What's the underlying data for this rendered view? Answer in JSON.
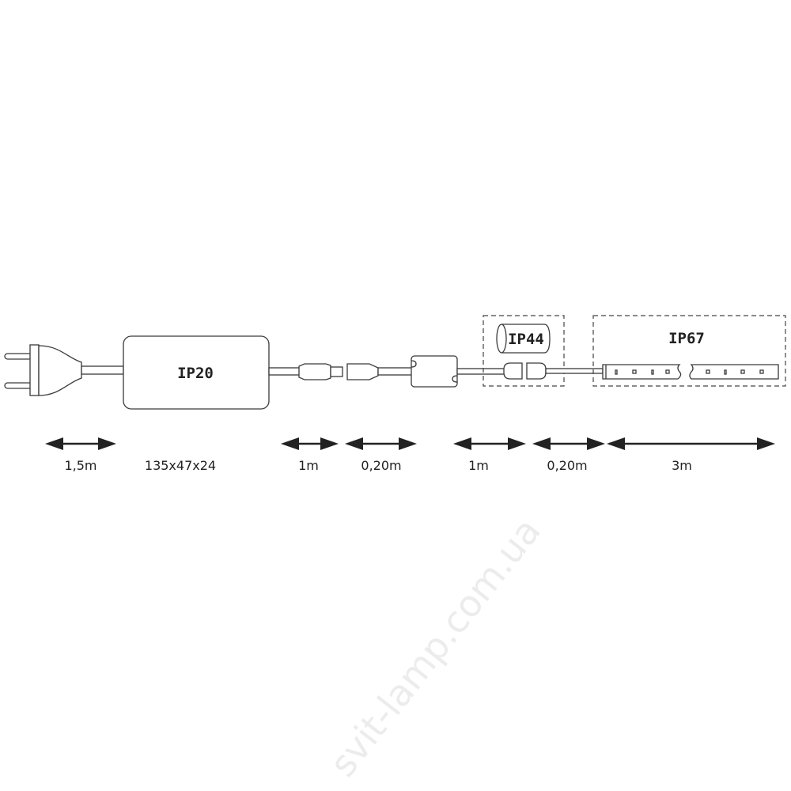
{
  "watermark": "svit-lamp.com.ua",
  "components": {
    "driver_ip": "IP20",
    "connector_ip": "IP44",
    "strip_ip": "IP67"
  },
  "dimensions": [
    {
      "label": "1,5m"
    },
    {
      "label": "135x47x24"
    },
    {
      "label": "1m"
    },
    {
      "label": "0,20m"
    },
    {
      "label": "1m"
    },
    {
      "label": "0,20m"
    },
    {
      "label": "3m"
    }
  ]
}
